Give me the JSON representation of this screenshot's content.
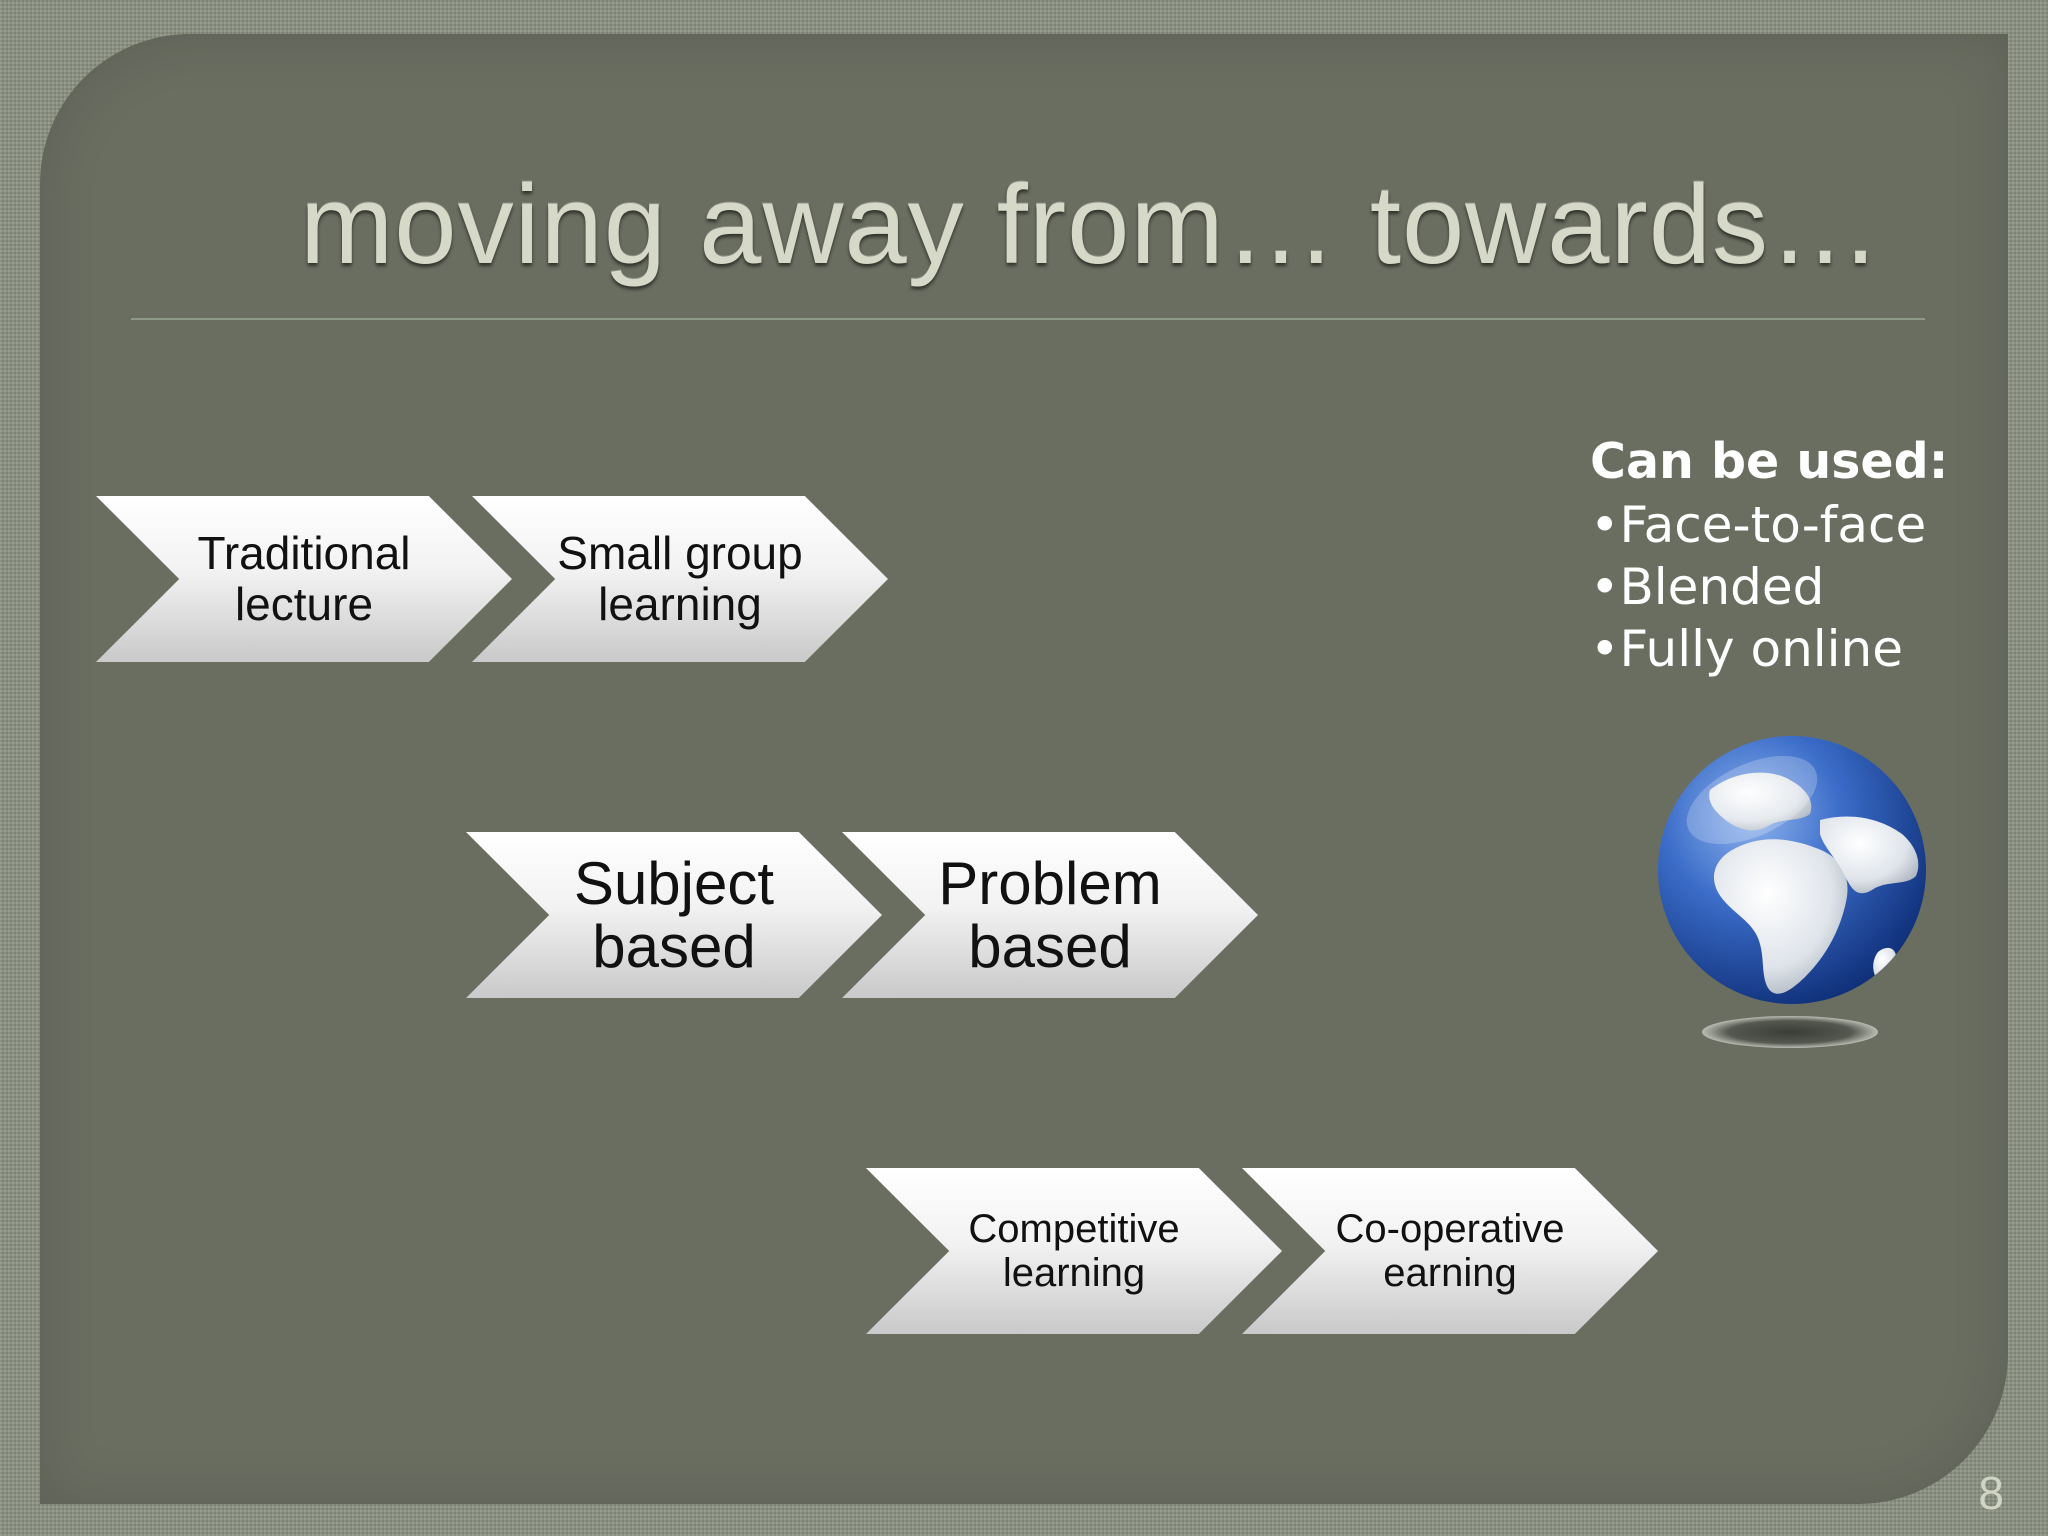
{
  "slide": {
    "title": "moving away from… towards…",
    "page_number": "8"
  },
  "chevron_rows": [
    {
      "from": "Traditional lecture",
      "to": "Small group learning"
    },
    {
      "from": "Subject based",
      "to": "Problem based"
    },
    {
      "from": "Competitive learning",
      "to": "Co-operative earning"
    }
  ],
  "info": {
    "heading": "Can be used:",
    "items": [
      "•Face-to-face",
      "•Blended",
      "•Fully online"
    ]
  },
  "colors": {
    "background": "#8a9080",
    "panel": "#6a6e61",
    "title_text": "#d6d8c8",
    "chevron_light": "#ffffff",
    "chevron_dark": "#c9c9c9",
    "globe_ocean": "#2f5fb8",
    "globe_land": "#e9edf2"
  },
  "icons": {
    "globe": "earth-globe-icon"
  }
}
